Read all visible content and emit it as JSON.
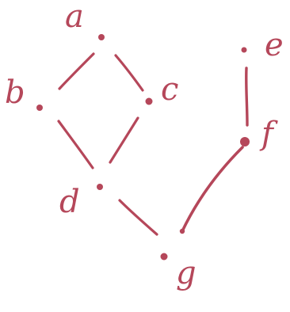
{
  "diagram": {
    "ink_color": "#b5475a",
    "nodes": [
      {
        "id": "a",
        "label": "a"
      },
      {
        "id": "b",
        "label": "b"
      },
      {
        "id": "c",
        "label": "c"
      },
      {
        "id": "d",
        "label": "d"
      },
      {
        "id": "e",
        "label": "e"
      },
      {
        "id": "f",
        "label": "f"
      },
      {
        "id": "g",
        "label": "g"
      }
    ],
    "edges": [
      {
        "from": "a",
        "to": "b"
      },
      {
        "from": "a",
        "to": "c"
      },
      {
        "from": "b",
        "to": "d"
      },
      {
        "from": "c",
        "to": "d"
      },
      {
        "from": "d",
        "to": "g"
      },
      {
        "from": "e",
        "to": "f"
      },
      {
        "from": "f",
        "to": "g"
      }
    ]
  }
}
